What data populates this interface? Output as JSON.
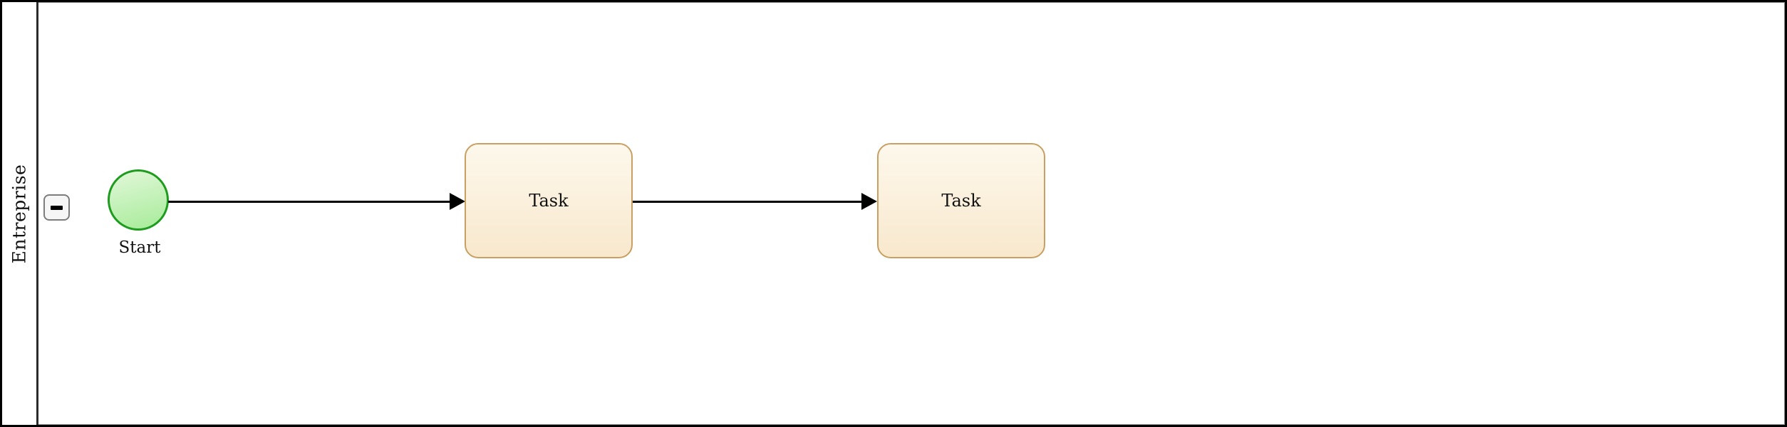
{
  "pool": {
    "label": "Entreprise",
    "collapse_button_glyph": "minus"
  },
  "nodes": [
    {
      "type": "start-event",
      "label": "Start"
    },
    {
      "type": "task",
      "label": "Task"
    },
    {
      "type": "task",
      "label": "Task"
    }
  ],
  "edges": [
    {
      "from": "start-event",
      "to": "task-1",
      "style": "solid-arrow"
    },
    {
      "from": "task-1",
      "to": "task-2",
      "style": "solid-arrow"
    }
  ],
  "icons": {
    "collapse": "minus-icon"
  },
  "colors": {
    "start_border": "#1e9c1e",
    "start_fill_top": "#dcf6d3",
    "start_fill_bottom": "#a9ec9c",
    "task_border": "#c9a063",
    "task_fill_top": "#fdf8ec",
    "task_fill_bottom": "#f8e8cd",
    "connector": "#000000",
    "frame": "#000000"
  }
}
